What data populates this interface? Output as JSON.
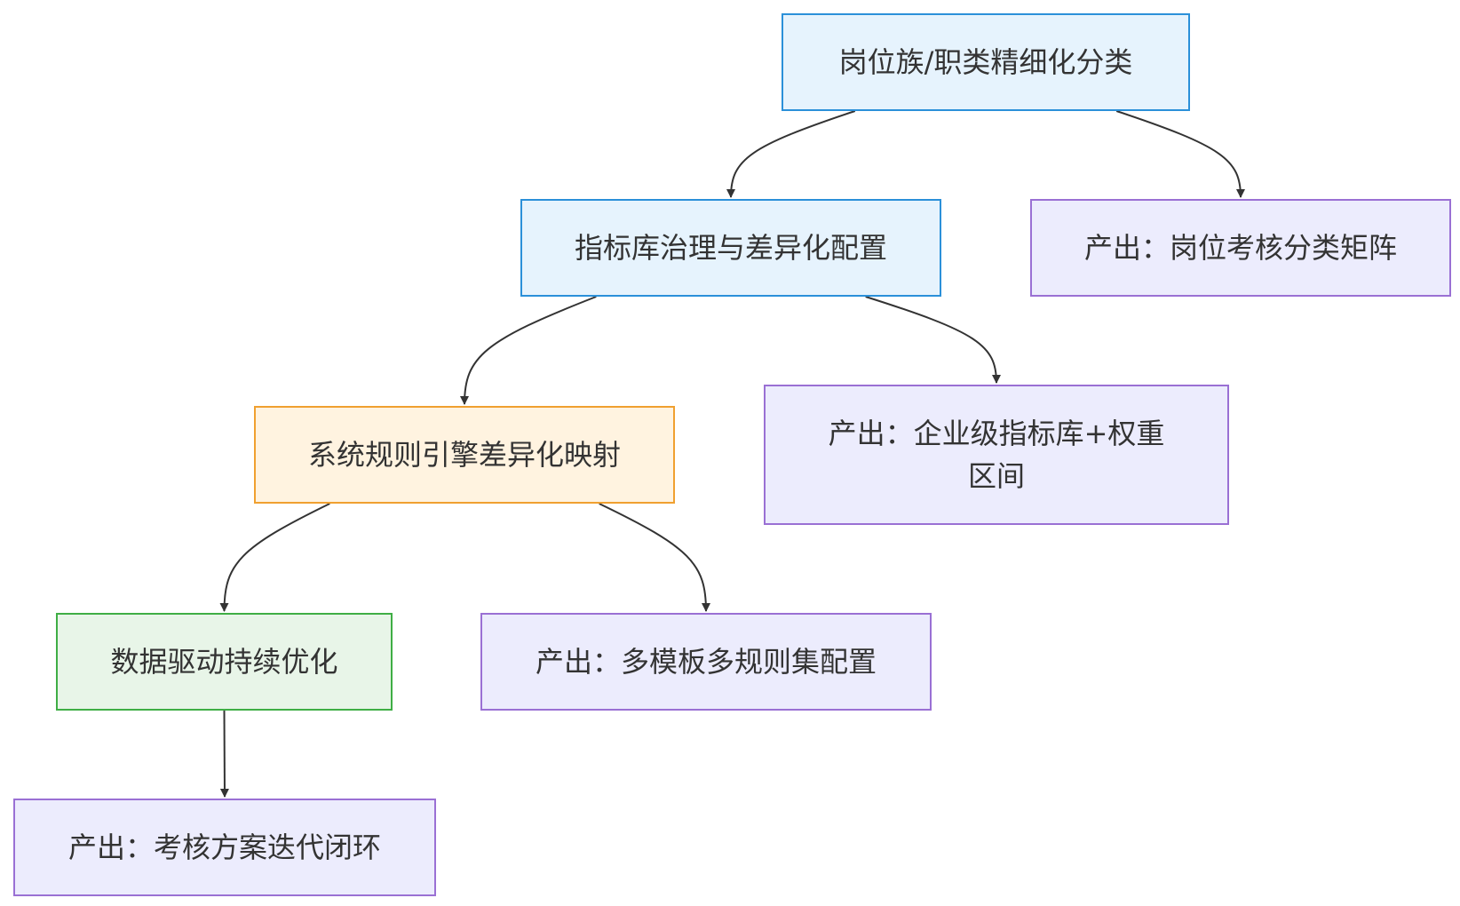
{
  "nodes": {
    "n1": {
      "lines": [
        "岗位族/职类精细化分类"
      ]
    },
    "n2": {
      "lines": [
        "指标库治理与差异化配置"
      ]
    },
    "n3": {
      "lines": [
        "产出：岗位考核分类矩阵"
      ]
    },
    "n4": {
      "lines": [
        "系统规则引擎差异化映射"
      ]
    },
    "n5": {
      "lines": [
        "产出：企业级指标库+权重",
        "区间"
      ]
    },
    "n6": {
      "lines": [
        "数据驱动持续优化"
      ]
    },
    "n7": {
      "lines": [
        "产出：多模板多规则集配置"
      ]
    },
    "n8": {
      "lines": [
        "产出：考核方案迭代闭环"
      ]
    }
  },
  "edges": [
    {
      "from": "n1",
      "to": "n2"
    },
    {
      "from": "n1",
      "to": "n3"
    },
    {
      "from": "n2",
      "to": "n4"
    },
    {
      "from": "n2",
      "to": "n5"
    },
    {
      "from": "n4",
      "to": "n6"
    },
    {
      "from": "n4",
      "to": "n7"
    },
    {
      "from": "n6",
      "to": "n8"
    }
  ],
  "colors": {
    "process_fill": "#e6f3fd",
    "process_border": "#2b90d9",
    "output_fill": "#ececfd",
    "output_border": "#9a70d4",
    "engine_fill": "#fff3e0",
    "engine_border": "#f0a030",
    "optimize_fill": "#e8f5e8",
    "optimize_border": "#3fae45",
    "edge": "#333333",
    "text": "#333333"
  }
}
